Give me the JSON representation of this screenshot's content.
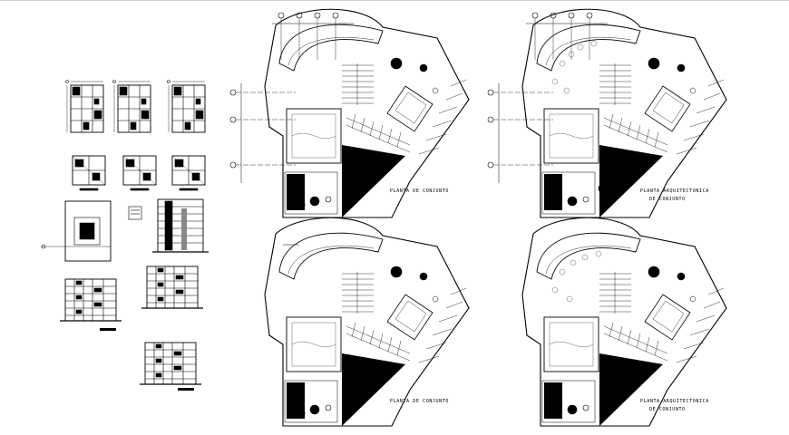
{
  "sheet": {
    "labels": {
      "plan_top_left": "PLANTA DE CONJUNTO",
      "plan_top_right_line1": "PLANTA ARQUITECTONICA",
      "plan_top_right_line2": "DE CONJUNTO",
      "plan_bottom_left": "PLANTA DE CONJUNTO",
      "plan_bottom_right_line1": "PLANTA ARQUITECTONICA",
      "plan_bottom_right_line2": "DE CONJUNTO"
    },
    "colors": {
      "ink": "#000000",
      "paper": "#ffffff",
      "border": "#cfcfcf"
    }
  }
}
